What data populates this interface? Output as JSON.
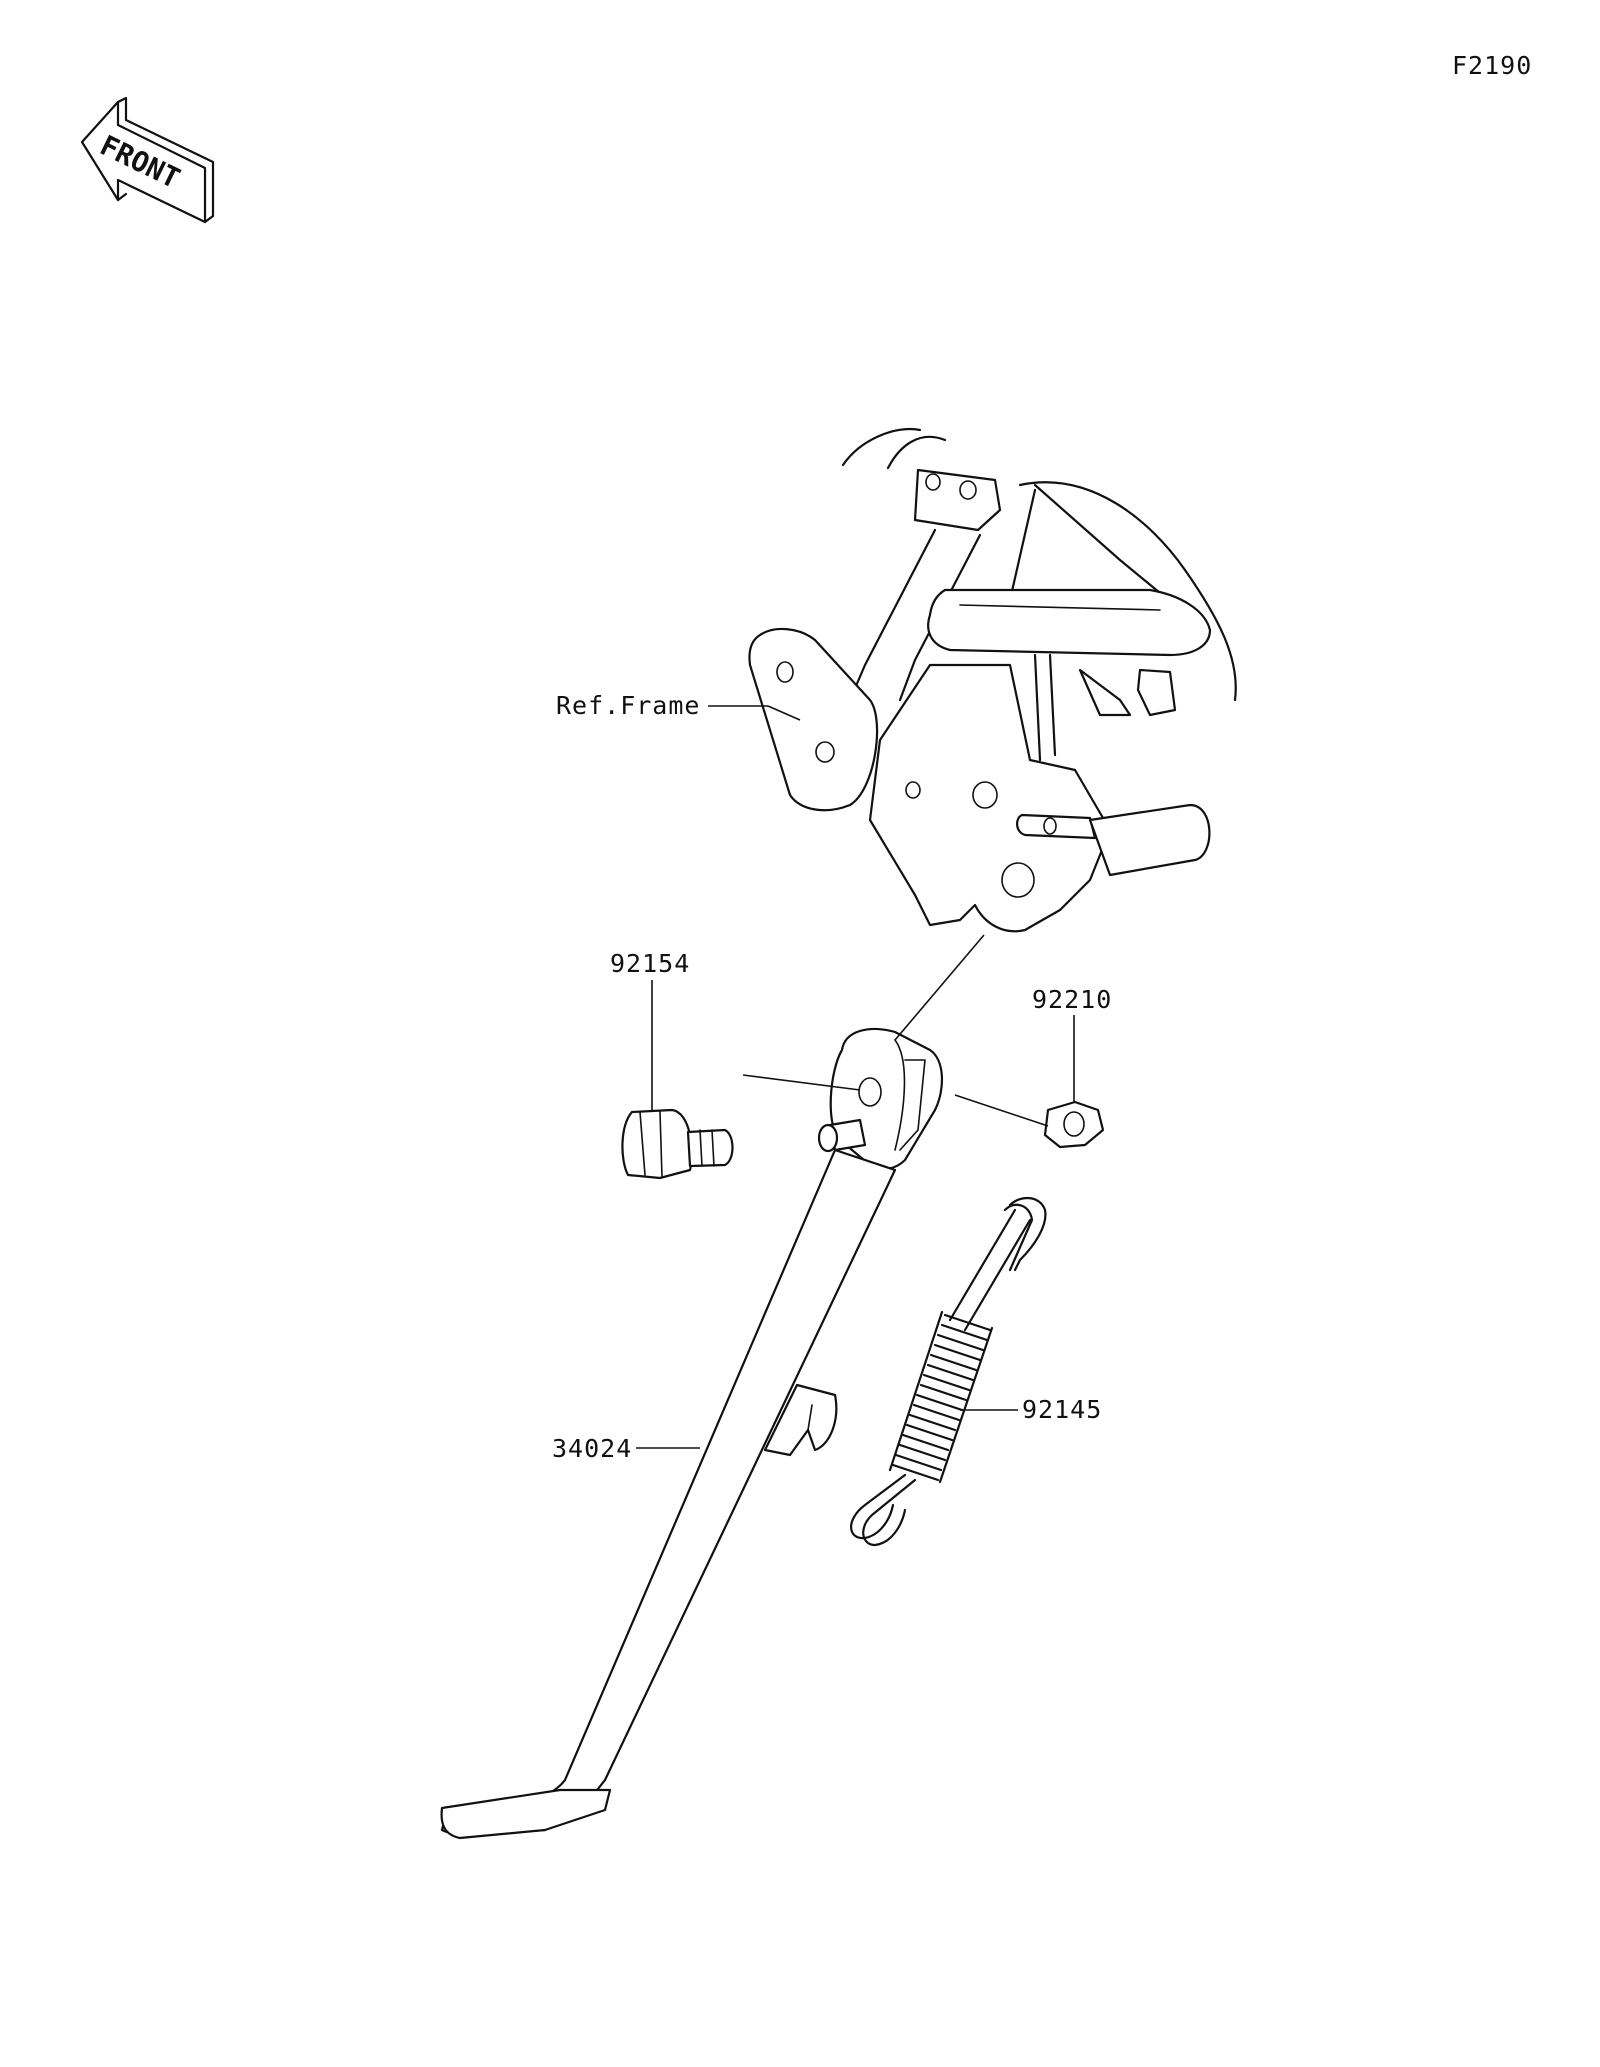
{
  "figure_code": "F2190",
  "front_label": "FRONT",
  "callouts": {
    "ref_frame": "Ref.Frame",
    "bolt": "92154",
    "nut": "92210",
    "spring": "92145",
    "side_stand": "34024"
  },
  "colors": {
    "line": "#111111",
    "background": "#ffffff"
  },
  "icons": [
    "front-arrow-icon"
  ]
}
